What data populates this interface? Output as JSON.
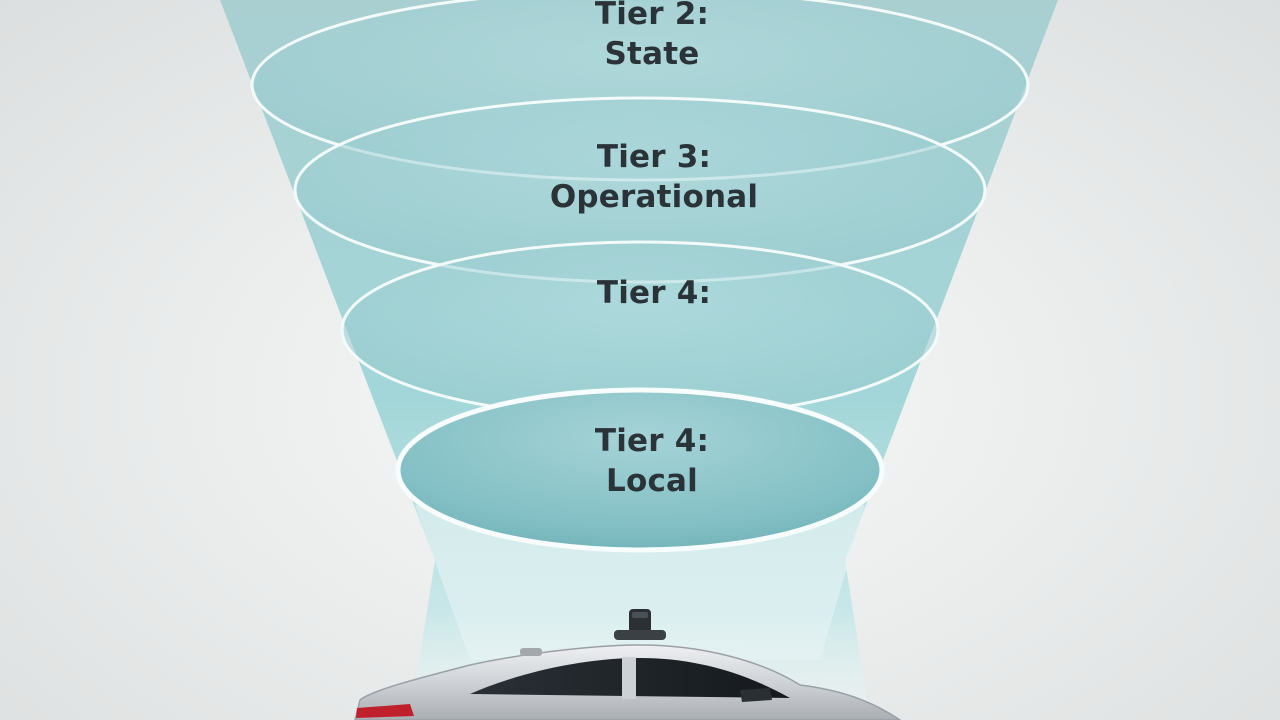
{
  "tiers": [
    {
      "title": "Tier 2:",
      "subtitle": "State"
    },
    {
      "title": "Tier 3:",
      "subtitle": "Operational"
    },
    {
      "title": "Tier 4:",
      "subtitle": ""
    },
    {
      "title": "Tier 4:",
      "subtitle": "Local"
    }
  ],
  "colors": {
    "cone": "#9fd3d6",
    "ring_edge": "#f4fbfb",
    "local_disc": "#7fbfc4",
    "text": "#2a3338",
    "car_body": "#d7dadd",
    "car_glass": "#1c2024",
    "tail_light": "#c0202b"
  },
  "icons": [
    "autonomous-car-icon",
    "lidar-sensor-icon"
  ]
}
